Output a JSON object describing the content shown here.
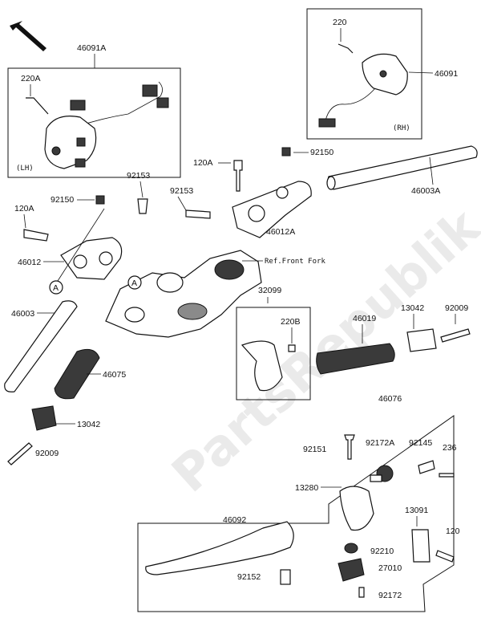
{
  "watermark": "PartsRepublik",
  "orientation_arrow_icon": "arrow-up-left-icon",
  "callouts": {
    "p46091A": "46091A",
    "p220A_lh": "220A",
    "lh_tag": "(LH)",
    "p220_rh": "220",
    "p46091": "46091",
    "rh_tag": "(RH)",
    "p92150_top": "92150",
    "p120A_top": "120A",
    "p92153_top": "92153",
    "p46003A": "46003A",
    "p46012A": "46012A",
    "ref_front_fork": "Ref.Front Fork",
    "p92153_left": "92153",
    "p92150_left": "92150",
    "p120A_left": "120A",
    "p46012": "46012",
    "circleA_left": "A",
    "circleA_mid": "A",
    "p46003": "46003",
    "p46075": "46075",
    "p13042_left": "13042",
    "p92009_left": "92009",
    "p32099": "32099",
    "p220B": "220B",
    "p46019": "46019",
    "p13042_right": "13042",
    "p92009_right": "92009",
    "p46076": "46076",
    "p92151": "92151",
    "p92172A": "92172A",
    "p92145": "92145",
    "p236": "236",
    "p13280": "13280",
    "p46092": "46092",
    "p13091": "13091",
    "p120": "120",
    "p92210": "92210",
    "p27010": "27010",
    "p92152": "92152",
    "p92172": "92172"
  }
}
